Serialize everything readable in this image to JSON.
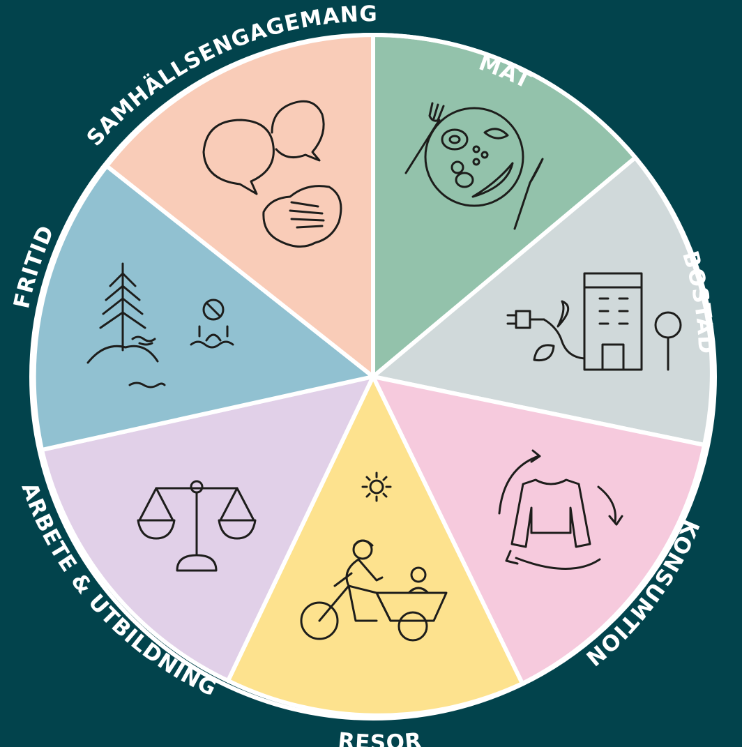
{
  "background_color": "#02434c",
  "segments": [
    {
      "id": "mat",
      "label": "MAT",
      "color": "#93c2ab",
      "icon": "plate-cutlery-icon"
    },
    {
      "id": "bostad",
      "label": "BOSTAD",
      "color": "#d0d9da",
      "icon": "building-plug-icon"
    },
    {
      "id": "konsumtion",
      "label": "KONSUMTION",
      "color": "#f6cadd",
      "icon": "sweater-recycle-icon"
    },
    {
      "id": "resor",
      "label": "RESOR",
      "color": "#fde28e",
      "icon": "cargo-bike-icon"
    },
    {
      "id": "arbete",
      "label": "ARBETE & UTBILDNING",
      "color": "#e1d0e8",
      "icon": "balance-scale-icon"
    },
    {
      "id": "fritid",
      "label": "FRITID",
      "color": "#91c1d1",
      "icon": "tree-swimmer-icon"
    },
    {
      "id": "samhall",
      "label": "SAMHÄLLSENGAGEMANG",
      "color": "#f9ccb8",
      "icon": "speech-handshake-icon"
    }
  ]
}
